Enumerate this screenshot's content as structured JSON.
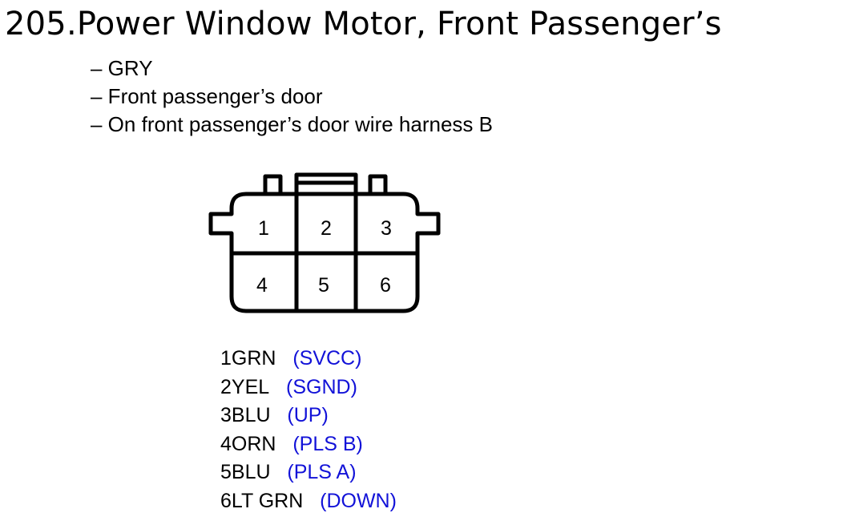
{
  "header": {
    "title": "205.Power Window Motor, Front Passenger’s"
  },
  "details": [
    "– GRY",
    "– Front passenger’s door",
    "– On front passenger’s door wire harness B"
  ],
  "connector": {
    "cavities": [
      "1",
      "2",
      "3",
      "4",
      "5",
      "6"
    ]
  },
  "pins": [
    {
      "wire": "1GRN",
      "signal": "(SVCC)"
    },
    {
      "wire": "2YEL",
      "signal": "(SGND)"
    },
    {
      "wire": "3BLU",
      "signal": "(UP)"
    },
    {
      "wire": "4ORN",
      "signal": "(PLS B)"
    },
    {
      "wire": "5BLU",
      "signal": "(PLS A)"
    },
    {
      "wire": "6LT GRN",
      "signal": "(DOWN)"
    }
  ],
  "colors": {
    "signal_text": "#1212d8",
    "outline": "#000000"
  }
}
